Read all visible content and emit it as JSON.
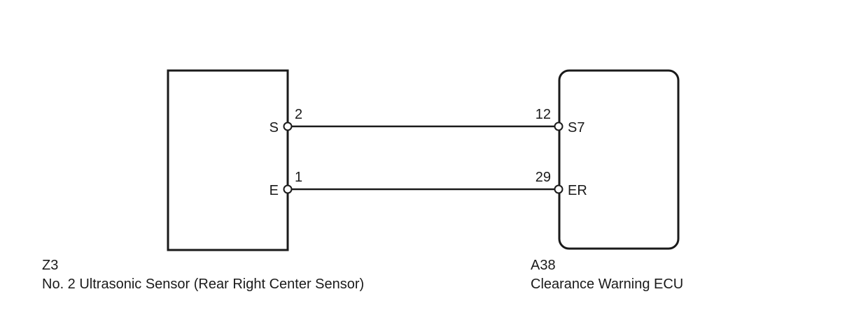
{
  "components": [
    {
      "id": "left",
      "code": "Z3",
      "name": "No. 2 Ultrasonic Sensor (Rear Right Center Sensor)",
      "terminals": [
        {
          "label": "S",
          "pin": "2"
        },
        {
          "label": "E",
          "pin": "1"
        }
      ]
    },
    {
      "id": "right",
      "code": "A38",
      "name": "Clearance Warning ECU",
      "terminals": [
        {
          "label": "S7",
          "pin": "12"
        },
        {
          "label": "ER",
          "pin": "29"
        }
      ]
    }
  ],
  "connections": [
    {
      "from": "S",
      "from_pin": "2",
      "to": "S7",
      "to_pin": "12"
    },
    {
      "from": "E",
      "from_pin": "1",
      "to": "ER",
      "to_pin": "29"
    }
  ],
  "colors": {
    "line": "#1a1a1a",
    "background": "#ffffff"
  }
}
